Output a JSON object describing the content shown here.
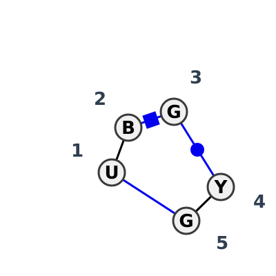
{
  "colors": {
    "bond_black": "#000000",
    "bond_blue": "#0000ee",
    "node_fill": "#f0f0f0",
    "node_stroke": "#3a3a3a",
    "label_color": "#2f3e50"
  },
  "nodes": [
    {
      "id": "n_u",
      "letter": "U"
    },
    {
      "id": "n_b",
      "letter": "B"
    },
    {
      "id": "n_g1",
      "letter": "G"
    },
    {
      "id": "n_y",
      "letter": "Y"
    },
    {
      "id": "n_g2",
      "letter": "G"
    }
  ],
  "position_labels": [
    "1",
    "2",
    "3",
    "4",
    "5"
  ],
  "edges": [
    {
      "from": "n_u",
      "to": "n_b",
      "color": "black"
    },
    {
      "from": "n_b",
      "to": "n_g1",
      "color": "blue",
      "marker": "square"
    },
    {
      "from": "n_g1",
      "to": "n_y",
      "color": "blue",
      "marker": "circle"
    },
    {
      "from": "n_y",
      "to": "n_g2",
      "color": "black"
    },
    {
      "from": "n_g2",
      "to": "n_u",
      "color": "blue"
    }
  ]
}
